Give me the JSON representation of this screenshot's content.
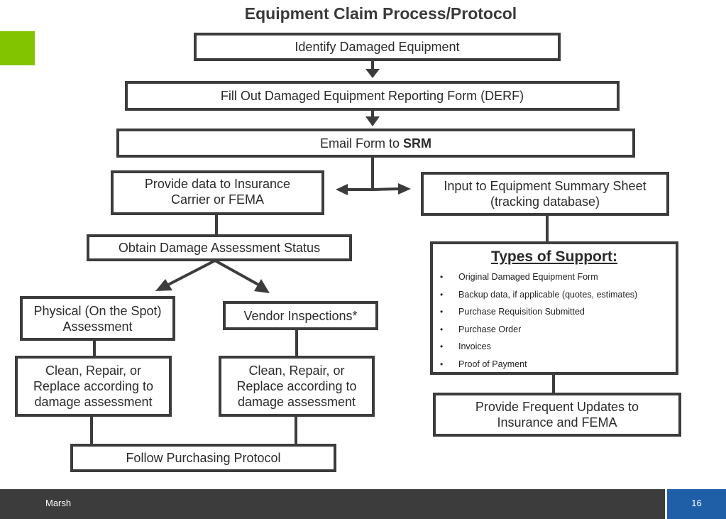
{
  "title": "Equipment Claim Process/Protocol",
  "colors": {
    "accent": "#82c400",
    "border": "#3c3c3c",
    "footer": "#3c3c3c",
    "page_badge": "#1f5fa8"
  },
  "steps": {
    "identify": "Identify Damaged Equipment",
    "derf": "Fill Out Damaged Equipment Reporting Form (DERF)",
    "email_prefix": "Email Form to ",
    "email_bold": "SRM",
    "provide_data_1": "Provide data to Insurance",
    "provide_data_2": "Carrier or FEMA",
    "input_summary_1": "Input to Equipment Summary Sheet",
    "input_summary_2": "(tracking database)",
    "obtain_status": "Obtain Damage Assessment Status",
    "physical_1": "Physical (On the Spot)",
    "physical_2": "Assessment",
    "vendor": "Vendor Inspections*",
    "clean_left_1": "Clean, Repair, or",
    "clean_left_2": "Replace according to",
    "clean_left_3": "damage assessment",
    "clean_right_1": "Clean, Repair, or",
    "clean_right_2": "Replace according to",
    "clean_right_3": "damage assessment",
    "follow": "Follow Purchasing Protocol",
    "updates_1": "Provide Frequent Updates to",
    "updates_2": "Insurance and FEMA"
  },
  "support": {
    "heading": "Types of Support:",
    "bullet": "•",
    "items": [
      "Original Damaged Equipment Form",
      "Backup data, if applicable (quotes, estimates)",
      "Purchase Requisition Submitted",
      "Purchase Order",
      "Invoices",
      "Proof of Payment"
    ]
  },
  "footer": {
    "company": "Marsh",
    "page_number": "16"
  }
}
